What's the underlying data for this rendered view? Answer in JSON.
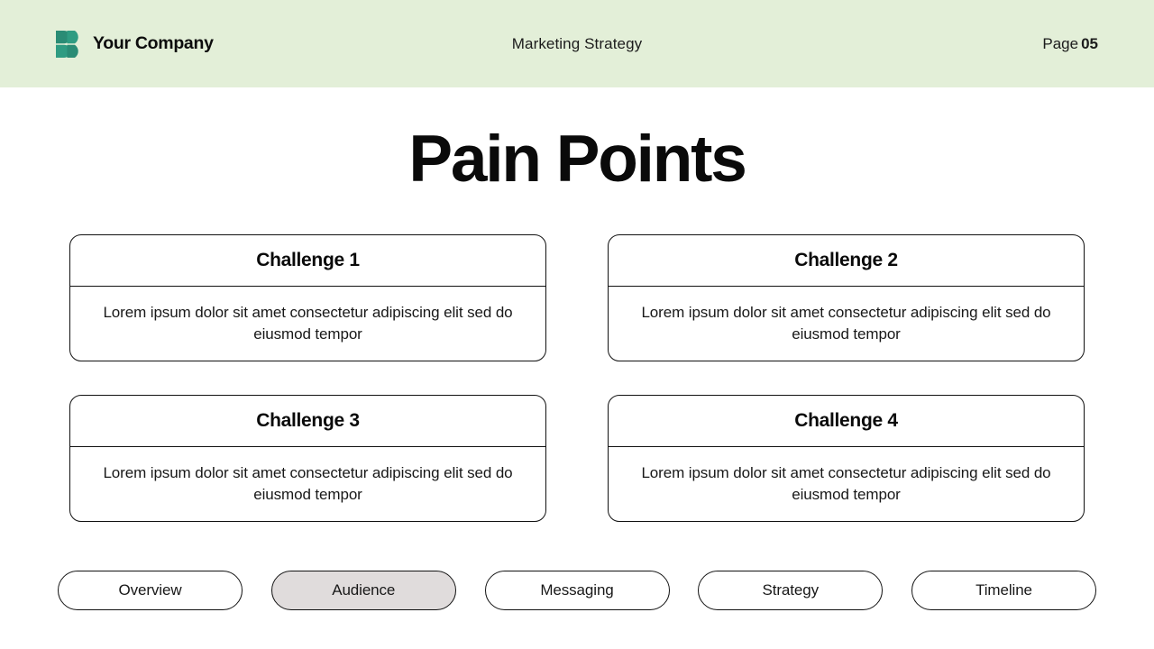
{
  "header": {
    "logo_icon": "company-logo-mark",
    "logo_color": "#2a8c75",
    "brand_name": "Your Company",
    "title": "Marketing Strategy",
    "page_label": "Page",
    "page_number": "05",
    "background_color": "#e3efd8"
  },
  "main": {
    "title": "Pain Points",
    "cards": [
      {
        "title": "Challenge 1",
        "body": "Lorem ipsum dolor sit amet consectetur adipiscing elit sed do eiusmod tempor"
      },
      {
        "title": "Challenge 2",
        "body": "Lorem ipsum dolor sit amet consectetur adipiscing elit sed do eiusmod tempor"
      },
      {
        "title": "Challenge 3",
        "body": "Lorem ipsum dolor sit amet consectetur adipiscing elit sed do eiusmod tempor"
      },
      {
        "title": "Challenge 4",
        "body": "Lorem ipsum dolor sit amet consectetur adipiscing elit sed do eiusmod tempor"
      }
    ]
  },
  "nav": {
    "active_index": 1,
    "active_color": "#e0dcdc",
    "items": [
      {
        "label": "Overview"
      },
      {
        "label": "Audience"
      },
      {
        "label": "Messaging"
      },
      {
        "label": "Strategy"
      },
      {
        "label": "Timeline"
      }
    ]
  }
}
